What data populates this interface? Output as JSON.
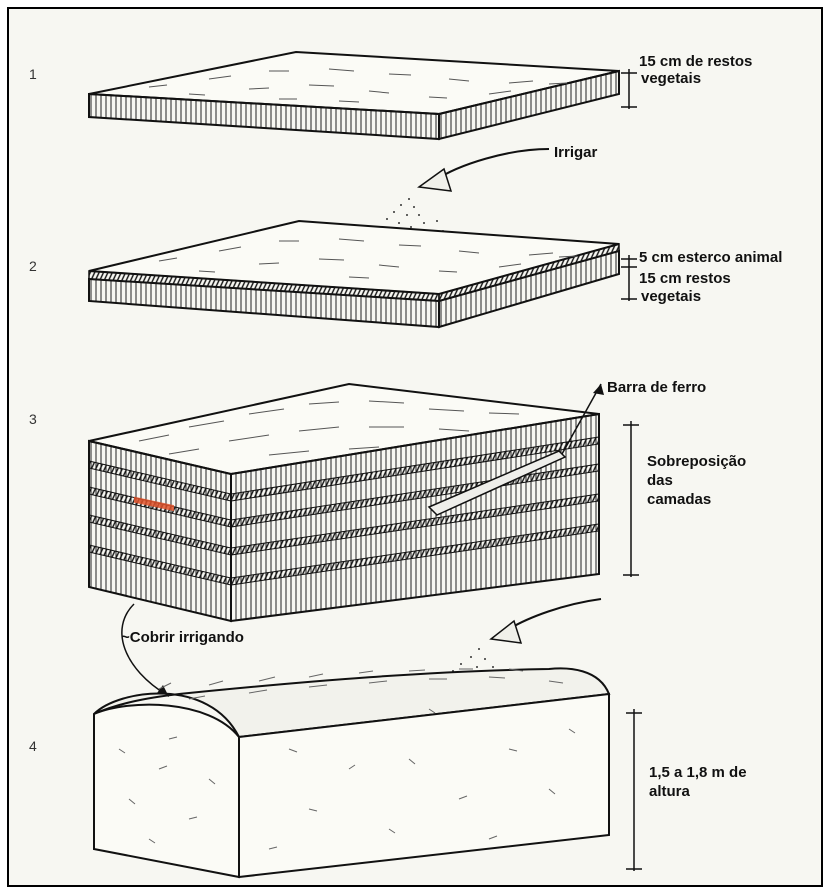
{
  "steps": {
    "s1": "1",
    "s2": "2",
    "s3": "3",
    "s4": "4"
  },
  "labels": {
    "layer1_line1": "15 cm de restos",
    "layer1_line2": "vegetais",
    "irrigar": "Irrigar",
    "manure": "5 cm esterco animal",
    "layer2_line1": "15 cm restos",
    "layer2_line2": "vegetais",
    "iron_bar": "Barra de ferro",
    "stack_line1": "Sobreposição",
    "stack_line2": "das",
    "stack_line3": "camadas",
    "cover": "~Cobrir irrigando",
    "height_line1": "1,5 a 1,8 m de",
    "height_line2": "altura"
  },
  "colors": {
    "ink": "#111111",
    "paper": "#f7f7f2",
    "accent": "#e0522a"
  }
}
